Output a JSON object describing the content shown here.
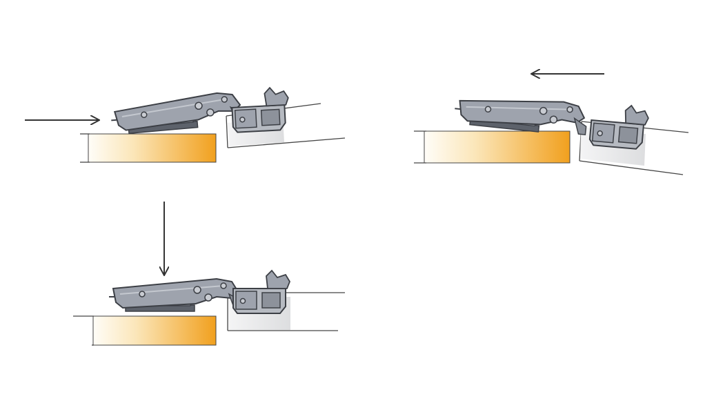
{
  "colors": {
    "background": "#ffffff",
    "hinge_metal": "#9ea3ad",
    "hinge_outline": "#3c3f45",
    "hinge_dark": "#5d626b",
    "cabinet_gradient_start": "#fffdf8",
    "cabinet_gradient_end": "#f1a01e",
    "door_panel": "#e2e3e5",
    "line": "#444444",
    "arrow": "#333333"
  },
  "figures": [
    {
      "id": "step-1",
      "arrow_icon": "arrow-right-icon",
      "description_icon": "hinge-slide-on"
    },
    {
      "id": "step-2",
      "arrow_icon": "arrow-down-icon",
      "description_icon": "hinge-press-down"
    },
    {
      "id": "step-3",
      "arrow_icon": "arrow-left-icon",
      "description_icon": "hinge-slide-off"
    }
  ]
}
